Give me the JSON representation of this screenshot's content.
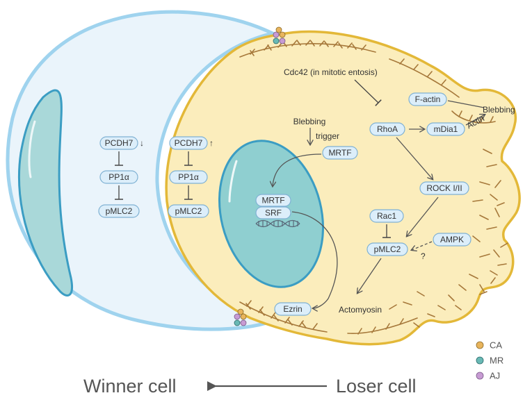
{
  "winner": {
    "pcdh7": "PCDH7",
    "pcdh7_dir": "↓",
    "pp1a": "PP1α",
    "pmlc2": "pMLC2"
  },
  "loser": {
    "pcdh7": "PCDH7",
    "pcdh7_dir": "↑",
    "pp1a": "PP1α",
    "pmlc2": "pMLC2",
    "cdc42": "Cdc42 (in mitotic entosis)",
    "blebbing_top": "Blebbing",
    "trigger": "trigger",
    "mrtf": "MRTF",
    "rhoa": "RhoA",
    "mdia1": "mDia1",
    "factin": "F-actin",
    "blebbing_right": "Blebbing",
    "actin": "Actin",
    "rock": "ROCK I/II",
    "rac1": "Rac1",
    "ampk": "AMPK",
    "question": "?",
    "pmlc2_center": "pMLC2",
    "actomyosin": "Actomyosin",
    "ezrin": "Ezrin",
    "nuc_mrtf": "MRTF",
    "nuc_srf": "SRF"
  },
  "bottom": {
    "winner_cell": "Winner cell",
    "loser_cell": "Loser cell"
  },
  "legend": [
    {
      "label": "CA",
      "color": "#e8b45c"
    },
    {
      "label": "MR",
      "color": "#69b9b5"
    },
    {
      "label": "AJ",
      "color": "#c79bd3"
    }
  ],
  "colors": {
    "winner_cell": "#eaf4fb",
    "winner_outline": "#9fd3ee",
    "winner_nucleus": "#a9d8d9",
    "loser_cell": "#fbedbc",
    "loser_outline": "#e3b838",
    "loser_nucleus": "#8fcfd0",
    "nucleus_outline": "#3b9dc3",
    "pill": "#dceefa",
    "fibers": "#a6783a"
  },
  "icons": [
    "adherens-junction-cluster-icon",
    "dna-icon",
    "actin-fiber-icon"
  ]
}
